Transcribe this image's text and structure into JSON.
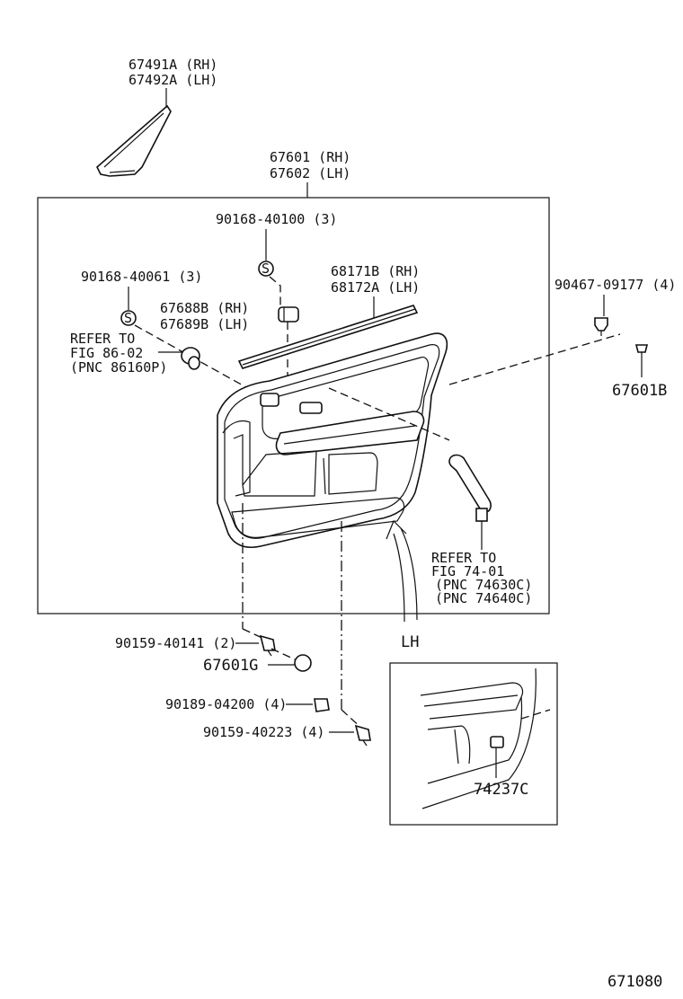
{
  "labels": {
    "triangle_rh": "67491A (RH)",
    "triangle_lh": "67492A (LH)",
    "panel_rh": "67601 (RH)",
    "panel_lh": "67602 (LH)",
    "screw_top": "90168-40100 (3)",
    "screw_left": "90168-40061 (3)",
    "moulding_rh": "68171B (RH)",
    "moulding_lh": "68172A (LH)",
    "cover_rh": "67688B (RH)",
    "cover_lh": "67689B (LH)",
    "refer_86_l1": "REFER TO",
    "refer_86_l2": "FIG 86-02",
    "refer_86_l3": "(PNC 86160P)",
    "screw_right": "90467-09177 (4)",
    "clip_right": "67601B",
    "refer_74_l1": "REFER TO",
    "refer_74_l2": "FIG 74-01",
    "refer_74_l3": "(PNC 74630C)",
    "refer_74_l4": "(PNC 74640C)",
    "lh_arrow": "LH",
    "screw_bottom1": "90159-40141 (2)",
    "cap_bottom": "67601G",
    "nut_bottom": "90189-04200 (4)",
    "screw_bottom2": "90159-40223 (4)",
    "inset_part": "74237C",
    "figure_number": "671080"
  }
}
